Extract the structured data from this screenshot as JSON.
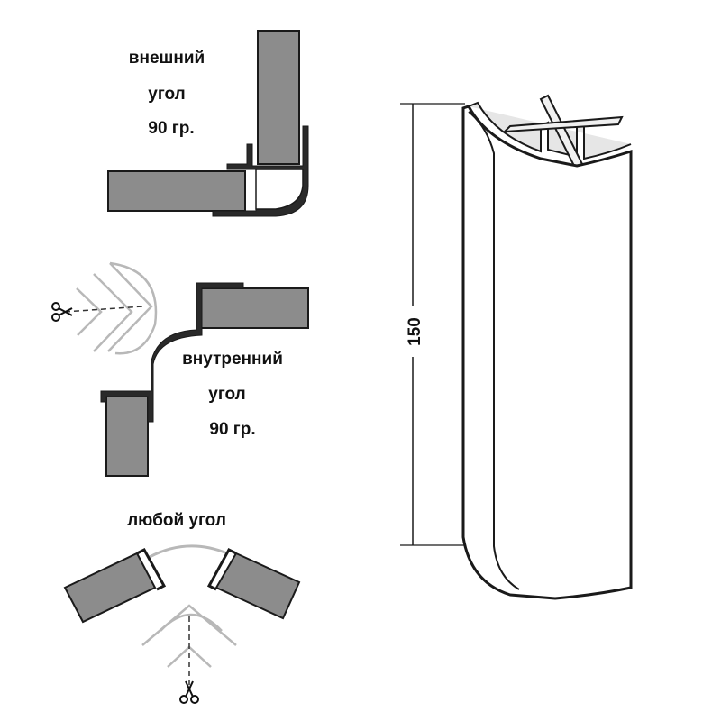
{
  "labels": {
    "outer_line1": "внешний",
    "outer_line2": "угол",
    "outer_line3": "90 гр.",
    "inner_line1": "внутренний",
    "inner_line2": "угол",
    "inner_line3": "90 гр.",
    "any_angle": "любой угол"
  },
  "dimension": {
    "height_value": "150"
  },
  "colors": {
    "panel_fill": "#8c8c8c",
    "outline": "#1a1a1a",
    "light_outline": "#b8b8b8",
    "profile_shade": "#e6e6e6"
  },
  "icons": {
    "cut_marker": "scissors-icon"
  }
}
